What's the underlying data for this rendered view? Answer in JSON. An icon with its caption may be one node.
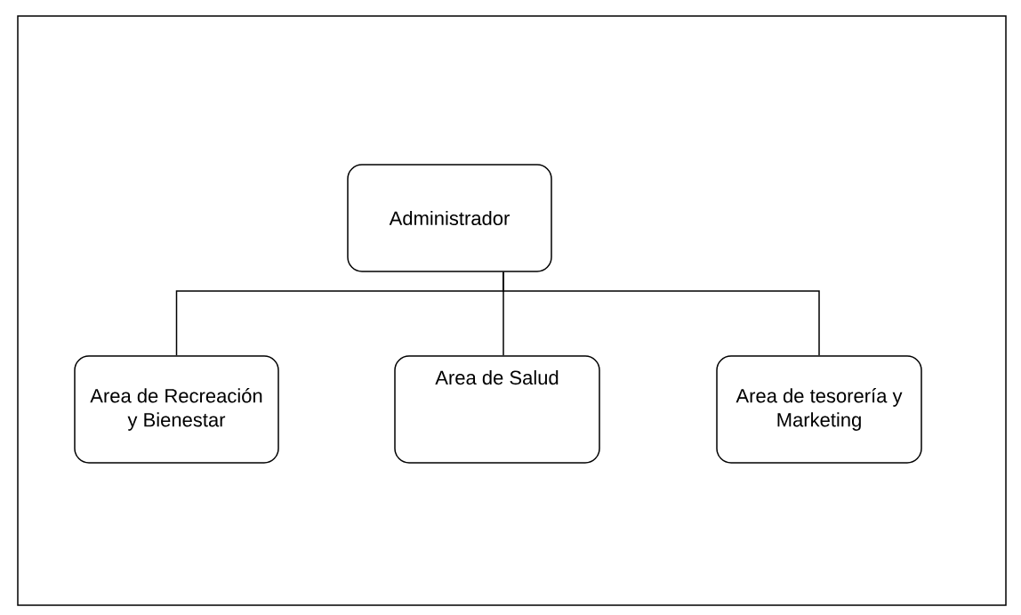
{
  "diagram": {
    "nodes": [
      {
        "text": [
          "Administrador"
        ]
      },
      {
        "text": [
          "Area de Recreación y Bienestar"
        ]
      },
      {
        "text": [
          "Area de Salud"
        ]
      },
      {
        "text": [
          "Area de tesorería y Marketing"
        ]
      }
    ],
    "edges": [
      {
        "from": 0,
        "to": 1,
        "arrow": "none"
      },
      {
        "from": 0,
        "to": 2,
        "arrow": "none"
      },
      {
        "from": 0,
        "to": 3,
        "arrow": "none"
      }
    ]
  }
}
